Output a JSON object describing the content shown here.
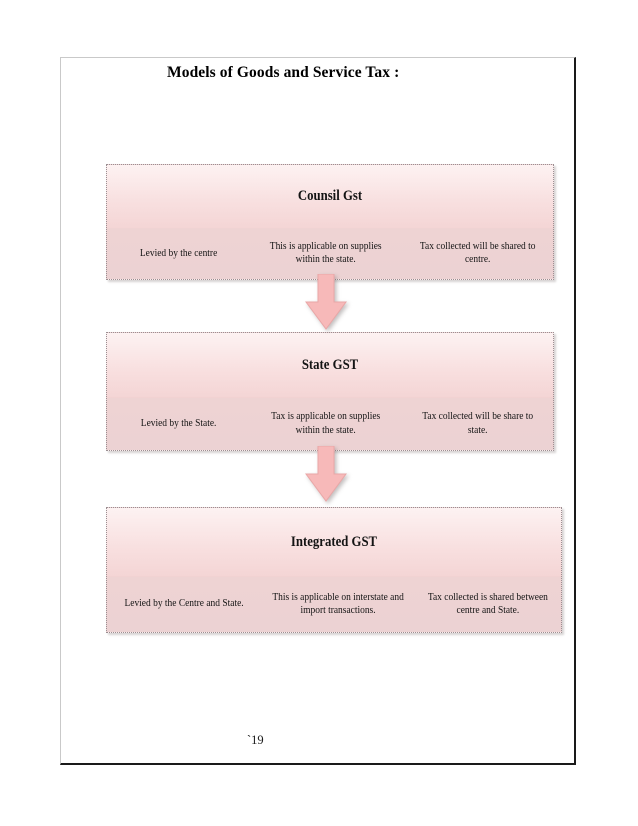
{
  "page": {
    "title": "Models of Goods and Service Tax :",
    "page_number": "`19"
  },
  "colors": {
    "box_fill_top": "#fdf2f2",
    "box_fill_bottom": "#ecd2d3",
    "arrow_fill": "#f7b9b9",
    "arrow_stroke": "#e89f9f",
    "text": "#141414",
    "page_border_light": "#c9c9c9",
    "page_border_shadow": "#1a1a1a"
  },
  "diagram": {
    "type": "flowchart",
    "direction": "top-to-bottom",
    "boxes": [
      {
        "id": "council-gst",
        "header": "Counsil Gst",
        "columns": [
          "Levied by the centre",
          "This is applicable on supplies within the state.",
          "Tax collected will be shared  to centre."
        ]
      },
      {
        "id": "state-gst",
        "header": "State GST",
        "columns": [
          "Levied by the State.",
          "Tax is applicable on supplies within the state.",
          "Tax collected will be share to state."
        ]
      },
      {
        "id": "integrated-gst",
        "header": "Integrated GST",
        "columns": [
          "Levied by the Centre and State.",
          "This is applicable on interstate and import transactions.",
          "Tax  collected is shared between centre and State."
        ]
      }
    ],
    "connectors": [
      {
        "id": "arrow-council-to-state",
        "icon": "arrow-down-icon",
        "from": "council-gst",
        "to": "state-gst"
      },
      {
        "id": "arrow-state-to-igst",
        "icon": "arrow-down-icon",
        "from": "state-gst",
        "to": "integrated-gst"
      }
    ]
  }
}
